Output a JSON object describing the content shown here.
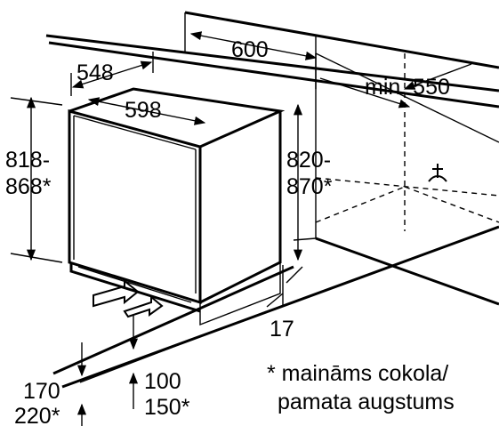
{
  "dimensions": {
    "cabinet_depth": "548",
    "appliance_width": "598",
    "niche_width": "600",
    "min_depth": "min. 550",
    "appliance_height_1": "818-",
    "appliance_height_2": "868*",
    "niche_height_1": "820-",
    "niche_height_2": "870*",
    "gap": "17",
    "plinth_1": "170",
    "plinth_2": "220*",
    "plinth_3": "100",
    "plinth_4": "150*"
  },
  "note": {
    "line1": "* mainā​ms cokola/",
    "line2": "pamata augstums"
  }
}
